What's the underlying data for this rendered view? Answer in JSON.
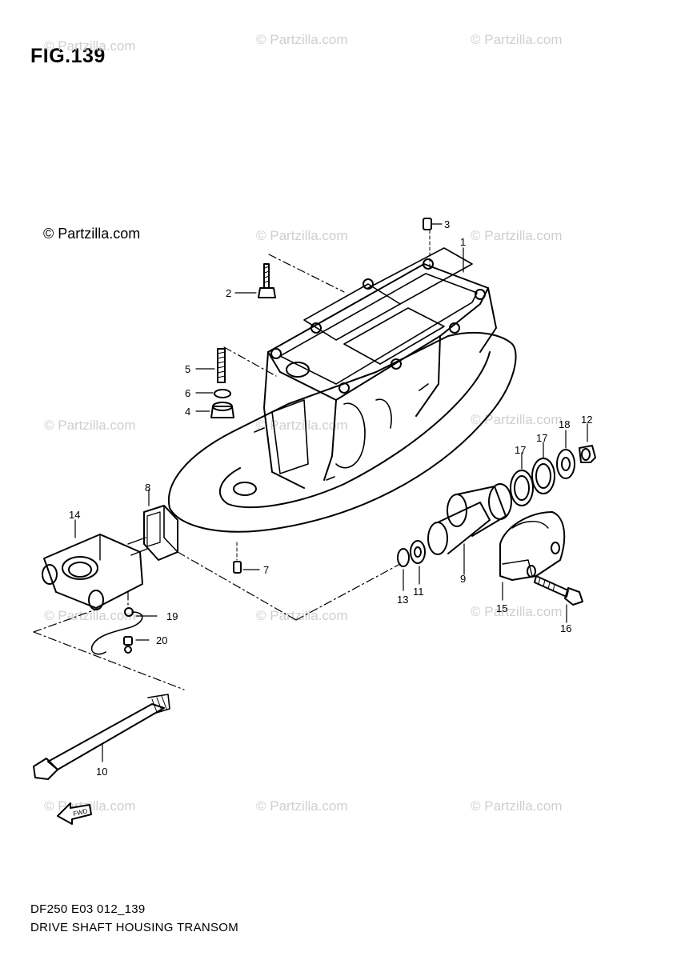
{
  "figure_label": "FIG.139",
  "copyright": "© Partzilla.com",
  "watermark_text": "© Partzilla.com",
  "callouts": [
    "1",
    "2",
    "3",
    "4",
    "5",
    "6",
    "7",
    "8",
    "9",
    "10",
    "11",
    "12",
    "13",
    "14",
    "15",
    "16",
    "17",
    "17",
    "18",
    "19",
    "20"
  ],
  "fwd_arrow": "FWD",
  "model_code": "DF250 E03 012_139",
  "section_title": "DRIVE SHAFT HOUSING TRANSOM"
}
